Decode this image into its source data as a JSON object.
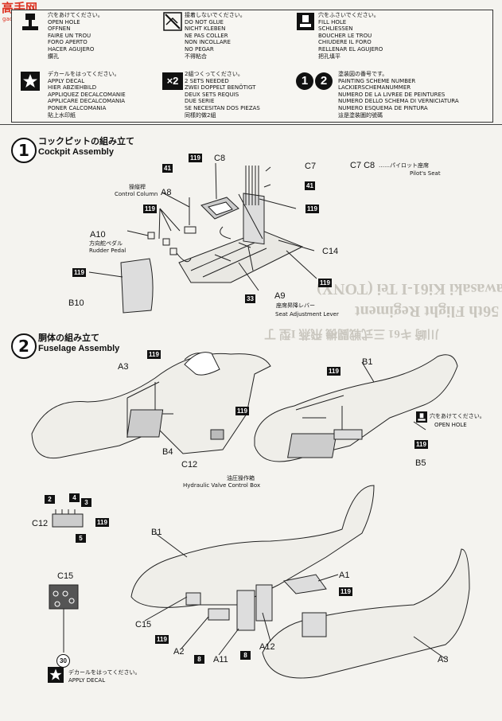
{
  "watermark": {
    "site": "高手网",
    "url": "gao-shou.com"
  },
  "legend": {
    "open_hole": [
      "穴をあけてください。",
      "OPEN HOLE",
      "OFFNEN",
      "FAIRE UN TROU",
      "FORO APERTO",
      "HACER AGUJERO",
      "鑽孔"
    ],
    "do_not_glue": [
      "接着しないでください。",
      "DO NOT GLUE",
      "NICHT KLEBEN",
      "NE PAS COLLER",
      "NON INCOLLARE",
      "NO PEGAR",
      "不得粘合"
    ],
    "fill_hole": [
      "穴をふさいでください。",
      "FILL HOLE",
      "SCHLIESSEN",
      "BOUCHER LE TROU",
      "CHIUDERE IL FORO",
      "RELLENAR EL AGUJERO",
      "把孔填平"
    ],
    "apply_decal": [
      "デカールをはってください。",
      "APPLY DECAL",
      "HIER ABZIEHBILD",
      "APPLIQUEZ DECALCOMANIE",
      "APPLICARE DECALCOMANIA",
      "PONER CALCOMANIA",
      "貼上水印紙"
    ],
    "two_sets": [
      "2組つくってください。",
      "2 SETS NEEDED",
      "ZWEI DOPPELT BENÖTIGT",
      "DEUX SETS REQUIS",
      "DUE SERIE",
      "SE NECESITAN DOS PIEZAS",
      "同樣的做2組"
    ],
    "two_sets_mark": "×2",
    "painting": [
      "塗装図の番号です。",
      "PAINTING SCHEME NUMBER",
      "LACKIERSCHEMANUMMER",
      "NUMERO DE LA LIVREE DE PEINTURES",
      "NUMERO DELLO SCHEMA DI VERNICIATURA",
      "NUMERO ESQUEMA DE PINTURA",
      "這是塗裝圖的號碼"
    ],
    "painting_marks": [
      "1",
      "2"
    ]
  },
  "step1": {
    "number": "1",
    "title_jp": "コックピットの組み立て",
    "title_en": "Cockpit Assembly",
    "labels": {
      "control_column_jp": "操縦桿",
      "control_column_en": "Control Column",
      "a8": "A8",
      "a10": "A10",
      "rudder_jp": "方向舵ペダル",
      "rudder_en": "Rudder Pedal",
      "c8": "C8",
      "c7": "C7",
      "c14": "C14",
      "a9": "A9",
      "seat_lever_jp": "座席昇降レバー",
      "seat_lever_en": "Seat Adjustment Lever",
      "b10": "B10",
      "pilot_seat_parts": "C7 C8",
      "pilot_seat_jp": "……パイロット座席",
      "pilot_seat_en": "Pilot's Seat"
    },
    "tags": {
      "t119a": "119",
      "t41a": "41",
      "t119b": "119",
      "t119c": "119",
      "t41b": "41",
      "t119d": "119",
      "t119e": "119",
      "t33": "33"
    }
  },
  "step2": {
    "number": "2",
    "title_jp": "胴体の組み立て",
    "title_en": "Fuselage Assembly",
    "labels": {
      "a3": "A3",
      "b4": "B4",
      "c12": "C12",
      "hyd_jp": "油圧操作箱",
      "hyd_en": "Hydraulic Valve Control Box",
      "b1": "B1",
      "open_hole_jp": "穴をあけてください。",
      "open_hole_en": "OPEN HOLE",
      "b5": "B5",
      "c12b": "C12",
      "c15": "C15",
      "b1b": "B1",
      "a1": "A1",
      "c15b": "C15",
      "a2": "A2",
      "a11": "A11",
      "a12": "A12",
      "a3b": "A3",
      "decal_jp": "デカールをはってください。",
      "decal_en": "APPLY DECAL"
    },
    "tags": {
      "t119a": "119",
      "t119b": "119",
      "t119c": "119",
      "t119d": "119",
      "t2": "2",
      "t4": "4",
      "t3": "3",
      "t119e": "119",
      "t5": "5",
      "t119f": "119",
      "t119g": "119",
      "t8a": "8",
      "t8b": "8",
      "t30": "30"
    }
  },
  "ghost_text": {
    "line1": "Kawasaki Ki61-I Tei (TONY)",
    "line2": "56th Flight Regiment",
    "line3": "川崎 キ61 三式戦闘機 飛燕 I型 丁"
  }
}
